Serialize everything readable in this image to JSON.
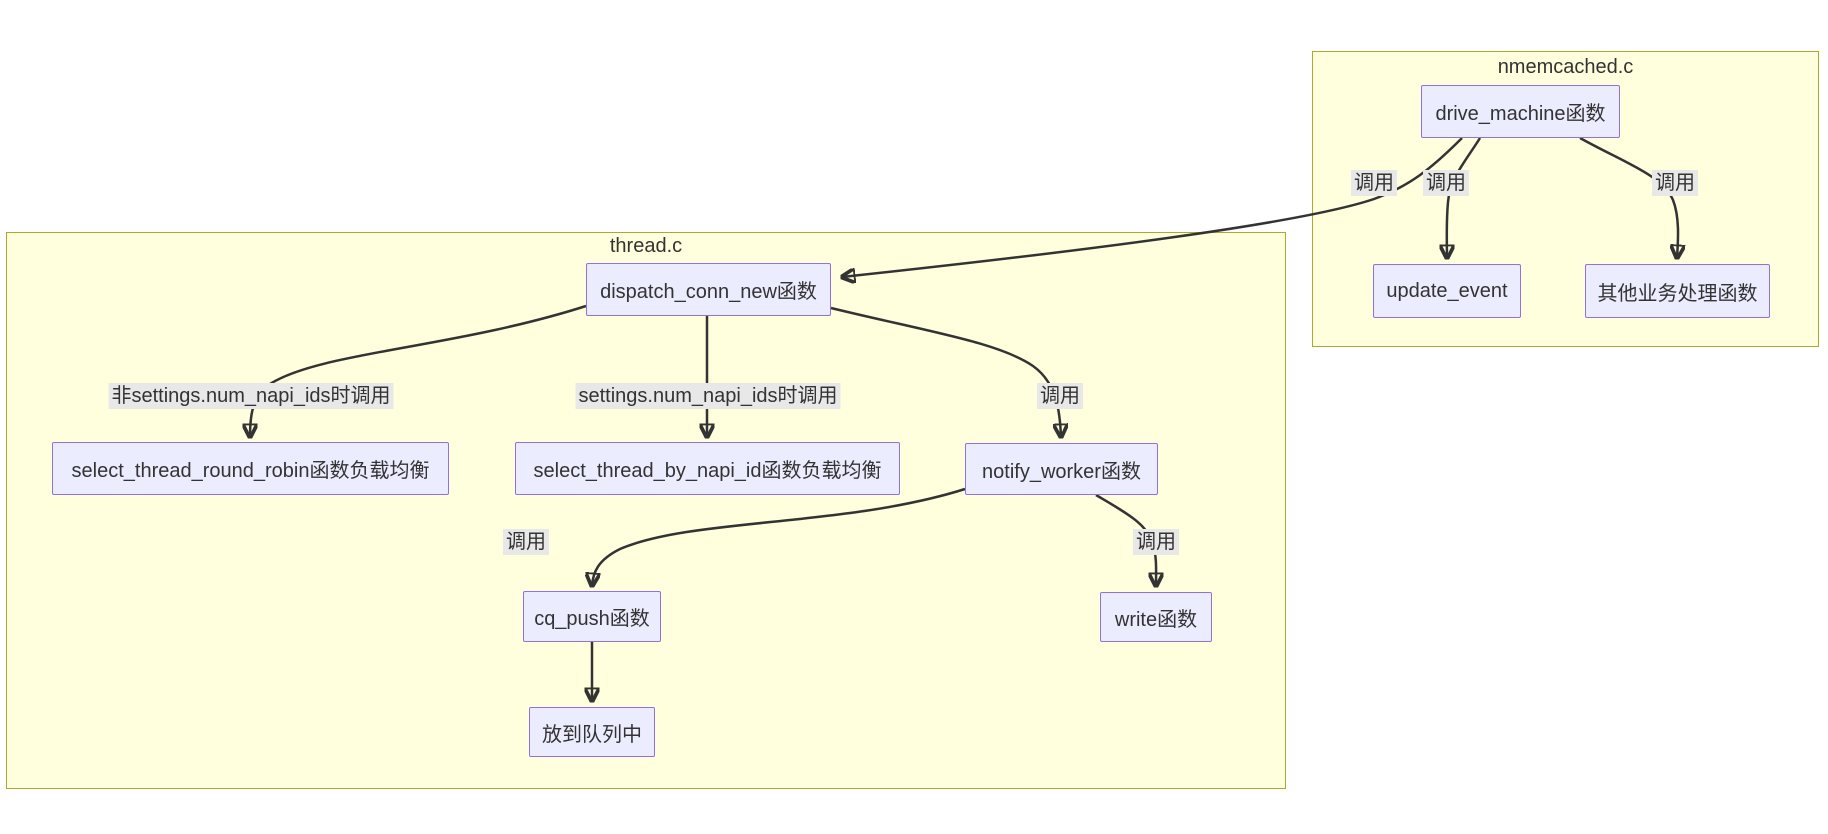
{
  "diagram_type": "flowchart",
  "clusters": {
    "thread": {
      "label": "thread.c"
    },
    "nmemcached": {
      "label": "nmemcached.c"
    }
  },
  "nodes": {
    "drive_machine": {
      "label": "drive_machine函数",
      "cluster": "nmemcached"
    },
    "update_event": {
      "label": "update_event",
      "cluster": "nmemcached"
    },
    "other_business": {
      "label": "其他业务处理函数",
      "cluster": "nmemcached"
    },
    "dispatch_conn_new": {
      "label": "dispatch_conn_new函数",
      "cluster": "thread"
    },
    "select_thread_round_robin": {
      "label": "select_thread_round_robin函数负载均衡",
      "cluster": "thread"
    },
    "select_thread_by_napi_id": {
      "label": "select_thread_by_napi_id函数负载均衡",
      "cluster": "thread"
    },
    "notify_worker": {
      "label": "notify_worker函数",
      "cluster": "thread"
    },
    "cq_push": {
      "label": "cq_push函数",
      "cluster": "thread"
    },
    "write_fn": {
      "label": "write函数",
      "cluster": "thread"
    },
    "enqueue": {
      "label": "放到队列中",
      "cluster": "thread"
    }
  },
  "edges": [
    {
      "from": "drive_machine",
      "to": "dispatch_conn_new",
      "label": "调用"
    },
    {
      "from": "drive_machine",
      "to": "update_event",
      "label": "调用"
    },
    {
      "from": "drive_machine",
      "to": "other_business",
      "label": "调用"
    },
    {
      "from": "dispatch_conn_new",
      "to": "select_thread_round_robin",
      "label": "非settings.num_napi_ids时调用"
    },
    {
      "from": "dispatch_conn_new",
      "to": "select_thread_by_napi_id",
      "label": "settings.num_napi_ids时调用"
    },
    {
      "from": "dispatch_conn_new",
      "to": "notify_worker",
      "label": "调用"
    },
    {
      "from": "notify_worker",
      "to": "cq_push",
      "label": "调用"
    },
    {
      "from": "notify_worker",
      "to": "write_fn",
      "label": "调用"
    },
    {
      "from": "cq_push",
      "to": "enqueue",
      "label": ""
    }
  ],
  "colors": {
    "node_fill": "#ECECFF",
    "node_border": "#9370DB",
    "cluster_fill": "#FFFFDE",
    "cluster_border": "#AAAA33",
    "edge": "#333333",
    "edge_label_bg": "#E8E8E8",
    "text": "#333333",
    "page_bg": "#FFFFFF"
  }
}
